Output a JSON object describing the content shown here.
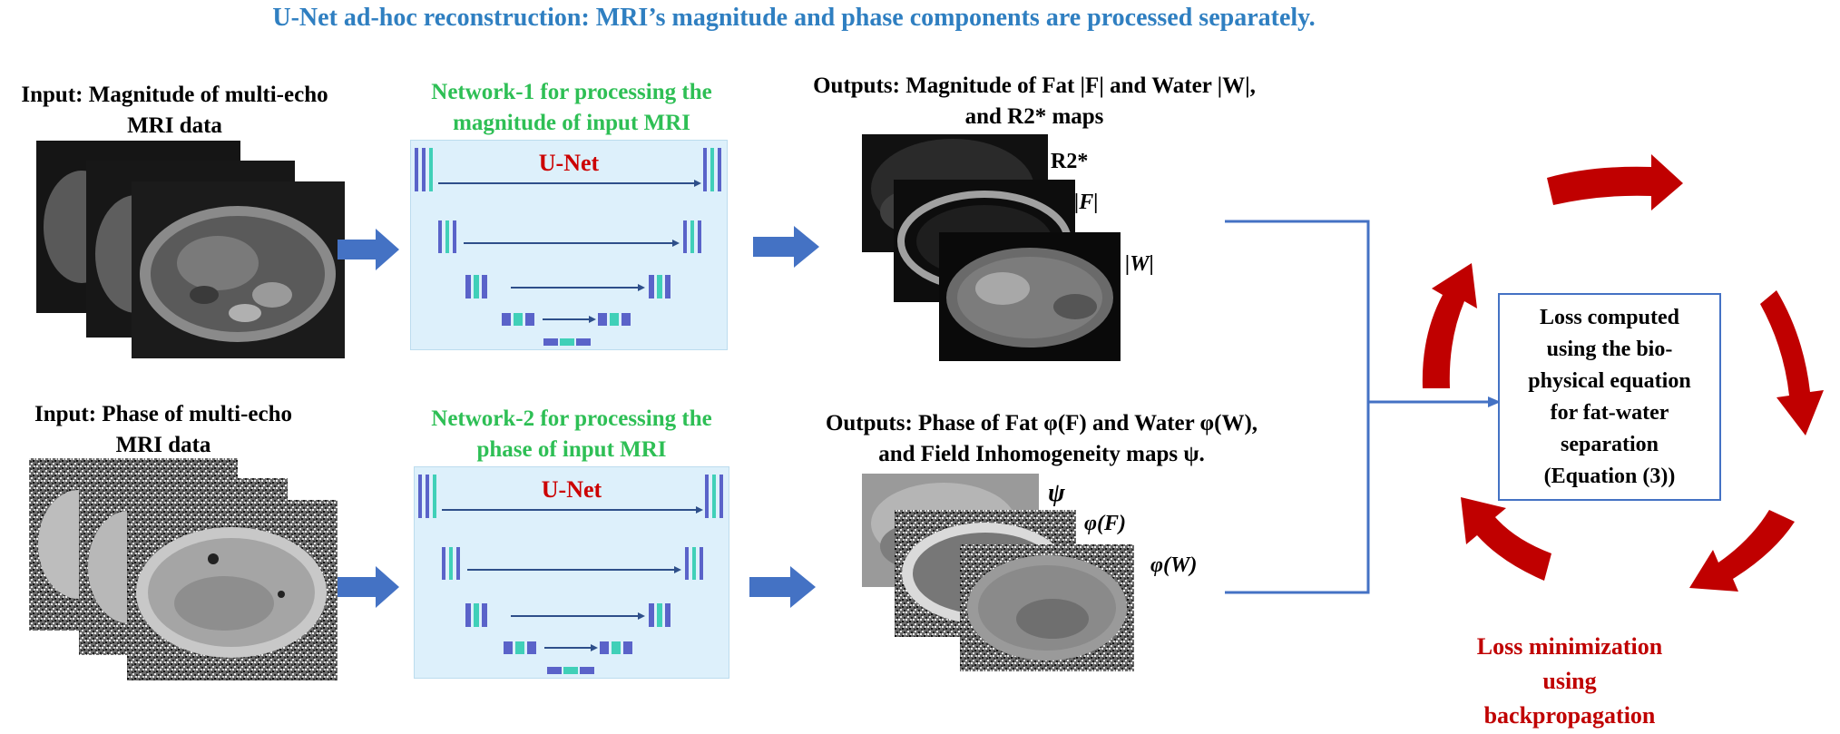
{
  "title": "U-Net ad-hoc reconstruction: MRI’s magnitude and phase components are processed separately.",
  "top_row": {
    "input_label_line1": "Input:  Magnitude  of  multi-echo",
    "input_label_line2": "MRI  data",
    "network_line1": "Network-1  for  processing  the",
    "network_line2": "magnitude  of  input  MRI",
    "unet_label": "U-Net",
    "outputs_line1": "Outputs:  Magnitude  of Fat |F| and Water |W|,",
    "outputs_line2": "and  R2* maps",
    "map_labels": [
      "R2*",
      "|F|",
      "|W|"
    ]
  },
  "bottom_row": {
    "input_label_line1": "Input:  Phase of multi-echo",
    "input_label_line2": "MRI  data",
    "network_line1": "Network-2  for  processing  the",
    "network_line2": "phase of input  MRI",
    "unet_label": "U-Net",
    "outputs_line1": "Outputs:  Phase of Fat φ(F) and  Water φ(W),",
    "outputs_line2": "and  Field Inhomogeneity  maps ψ.",
    "map_labels": [
      "ψ",
      "φ(F)",
      "φ(W)"
    ]
  },
  "loss_box": {
    "lines": [
      "Loss computed",
      "using the bio-",
      "physical equation",
      "for fat-water",
      "separation",
      "(Equation (3))"
    ]
  },
  "loss_minimization": {
    "lines": [
      "Loss minimization",
      "using",
      "backpropagation"
    ]
  },
  "colors": {
    "title": "#2f7fc1",
    "network_label": "#2ebf55",
    "unet_label": "#e02020",
    "arrow_blue": "#4472c4",
    "cycle_red": "#c00000",
    "unet_bg": "#ddf0fb"
  }
}
